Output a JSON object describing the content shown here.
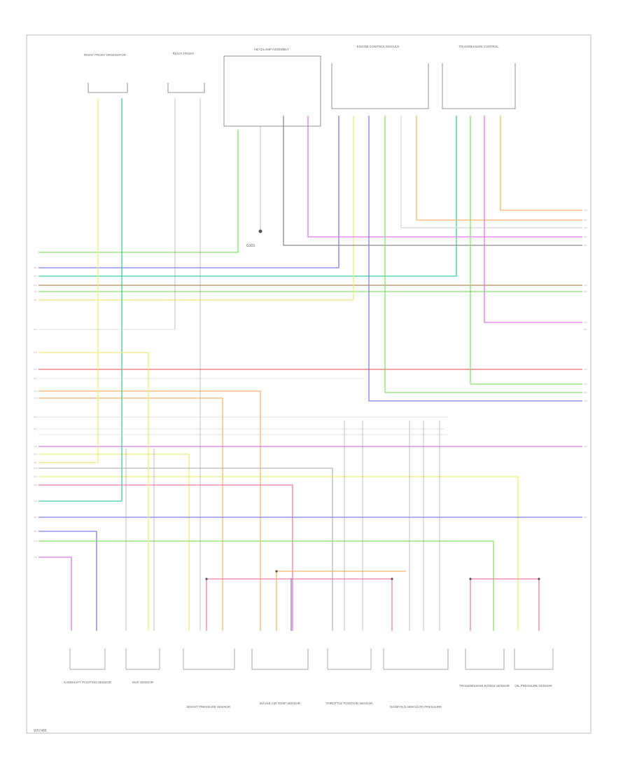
{
  "footer_code": "W07488",
  "wire_colors": {
    "GRN": "#86e06a",
    "BLU": "#7d7ee8",
    "TEAL": "#3fcf9a",
    "BRN": "#b48a5a",
    "YEL": "#eded7a",
    "RED": "#ee6a6a",
    "ORG": "#f3b56a",
    "PNK": "#f07ca5",
    "VIO": "#e07ae9",
    "GRY": "#b9b9b9",
    "LTGRY": "#d8d8d8",
    "DKGRY": "#8a8a8a"
  },
  "top_components": [
    {
      "name": "RIGHT FRONT ORIGINATOR"
    },
    {
      "name": "RIGHT FRONT"
    },
    {
      "name": "HEADLAMP ASSEMBLY"
    },
    {
      "name": "ENGINE CONTROL MODULE"
    },
    {
      "name": "TRANSMISSION CONTROL"
    }
  ],
  "ground_label": "G101",
  "bottom_components": [
    {
      "name": "CAMSHAFT POSITION SENSOR"
    },
    {
      "name": "MAP SENSOR"
    },
    {
      "name": "BOOST PRESSURE SENSOR"
    },
    {
      "name": "INTAKE AIR TEMP SENSOR"
    },
    {
      "name": "THROTTLE POSITION SENSOR"
    },
    {
      "name": "MANIFOLD ABSOLUTE PRESSURE"
    },
    {
      "name": "TRANSMISSION RANGE SENSOR"
    },
    {
      "name": "OIL PRESSURE SENSOR"
    }
  ]
}
